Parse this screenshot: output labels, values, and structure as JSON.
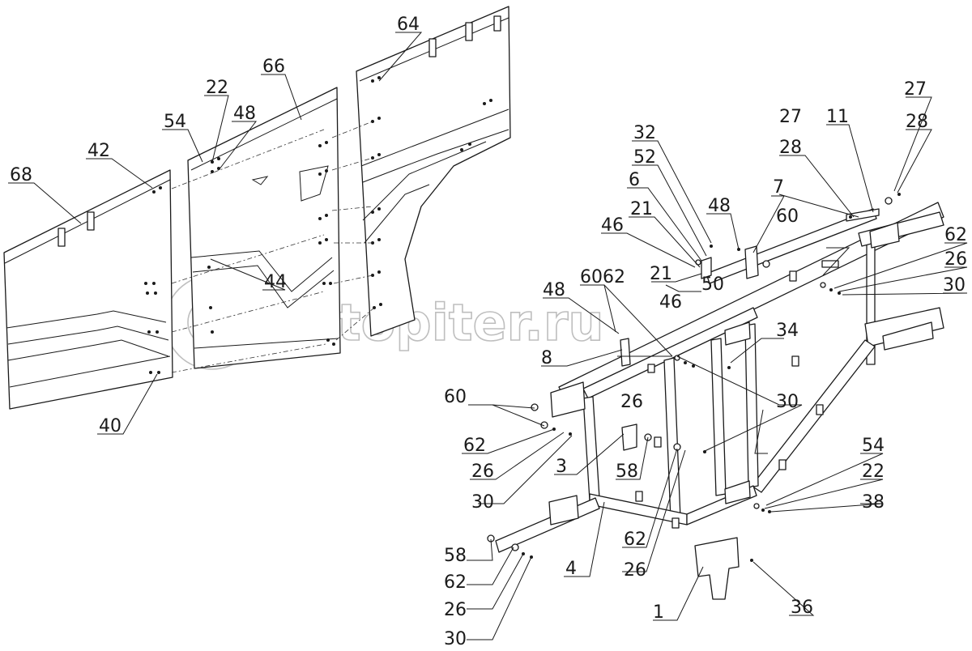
{
  "watermark": "autopiter.ru",
  "callouts": {
    "c64": "64",
    "c66": "66",
    "c22a": "22",
    "c48a": "48",
    "c54a": "54",
    "c42": "42",
    "c68": "68",
    "c44": "44",
    "c40": "40",
    "c32": "32",
    "c52": "52",
    "c6": "6",
    "c48b": "48",
    "c7": "7",
    "c46a": "46",
    "c21a": "21",
    "c21b": "21",
    "c50": "50",
    "c46b": "46",
    "c60a": "60",
    "c6062": "6062",
    "c48c": "48",
    "c8": "8",
    "c34": "34",
    "c27a": "27",
    "c11": "11",
    "c27b": "27",
    "c28a": "28",
    "c28b": "28",
    "c62a": "62",
    "c26a": "26",
    "c30a": "30",
    "c60b": "60",
    "c62b": "62",
    "c26b": "26",
    "c30b": "30",
    "c3": "3",
    "c58a": "58",
    "c26c": "26",
    "c30c": "30",
    "c54b": "54",
    "c22b": "22",
    "c38": "38",
    "c58b": "58",
    "c62c": "62",
    "c26d": "26",
    "c30d": "30",
    "c4": "4",
    "c62d": "62",
    "c26e": "26",
    "c1": "1",
    "c36": "36"
  }
}
